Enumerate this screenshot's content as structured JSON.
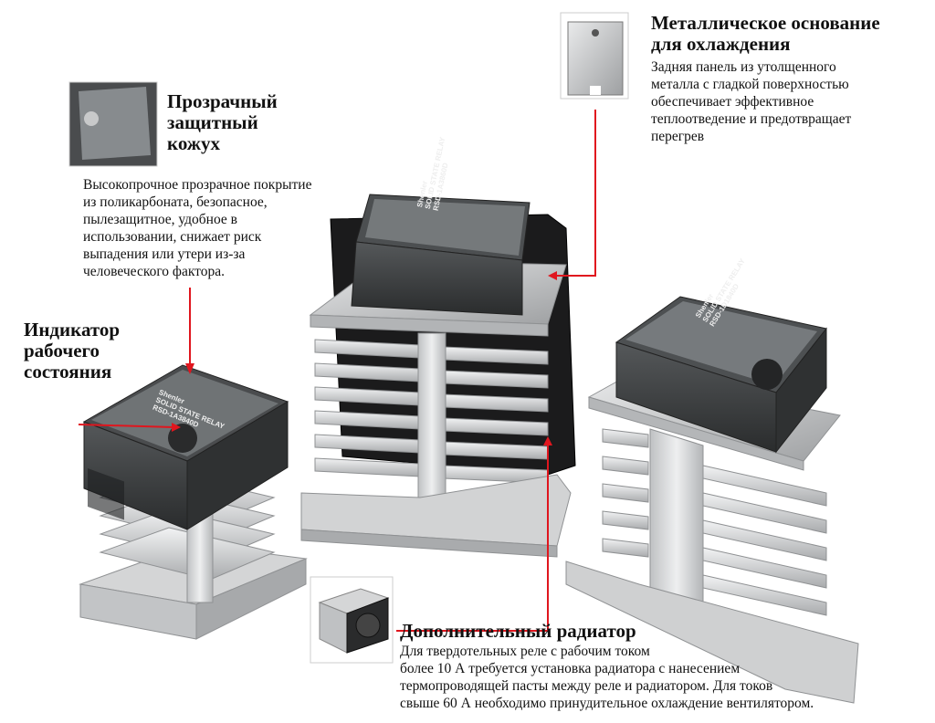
{
  "callouts": {
    "metal_base": {
      "title_line1": "Металлическое основание",
      "title_line2": "для охлаждения",
      "text_lines": [
        "Задняя панель из утолщенного",
        "металла с гладкой поверхностью",
        "обеспечивает эффективное",
        "теплоотведение и предотвращает",
        "перегрев"
      ]
    },
    "cover": {
      "title_lines": [
        "Прозрачный",
        "защитный",
        "кожух"
      ],
      "text_lines": [
        "Высокопрочное прозрачное покрытие",
        "из поликарбоната, безопасное,",
        "пылезащитное, удобное в",
        "использовании, снижает риск",
        "выпадения или утери из-за",
        "человеческого фактора."
      ]
    },
    "indicator": {
      "title_lines": [
        "Индикатор",
        "рабочего",
        "состояния"
      ]
    },
    "radiator": {
      "title": "Дополнительный радиатор",
      "text_lines": [
        "Для твердотельных реле с рабочим током",
        "более 10 А требуется установка радиатора с нанесением",
        "термопроводящей пасты между реле и радиатором. Для токов",
        "свыше 60 А необходимо принудительное охлаждение вентилятором."
      ]
    }
  },
  "relays": {
    "left": {
      "brand": "Shenler",
      "model": "RSD-1A3840D",
      "type": "SOLID STATE RELAY"
    },
    "center": {
      "brand": "Shenler",
      "model": "RSD-1A3860D",
      "type": "SOLID STATE RELAY"
    },
    "right": {
      "brand": "Shenler",
      "model": "RSD-1D1840D",
      "type": "SOLID STATE RELAY"
    }
  },
  "colors": {
    "callout_line": "#e0161e",
    "relay_body": "#3b3d3e",
    "heatsink": "#d9dadb"
  }
}
